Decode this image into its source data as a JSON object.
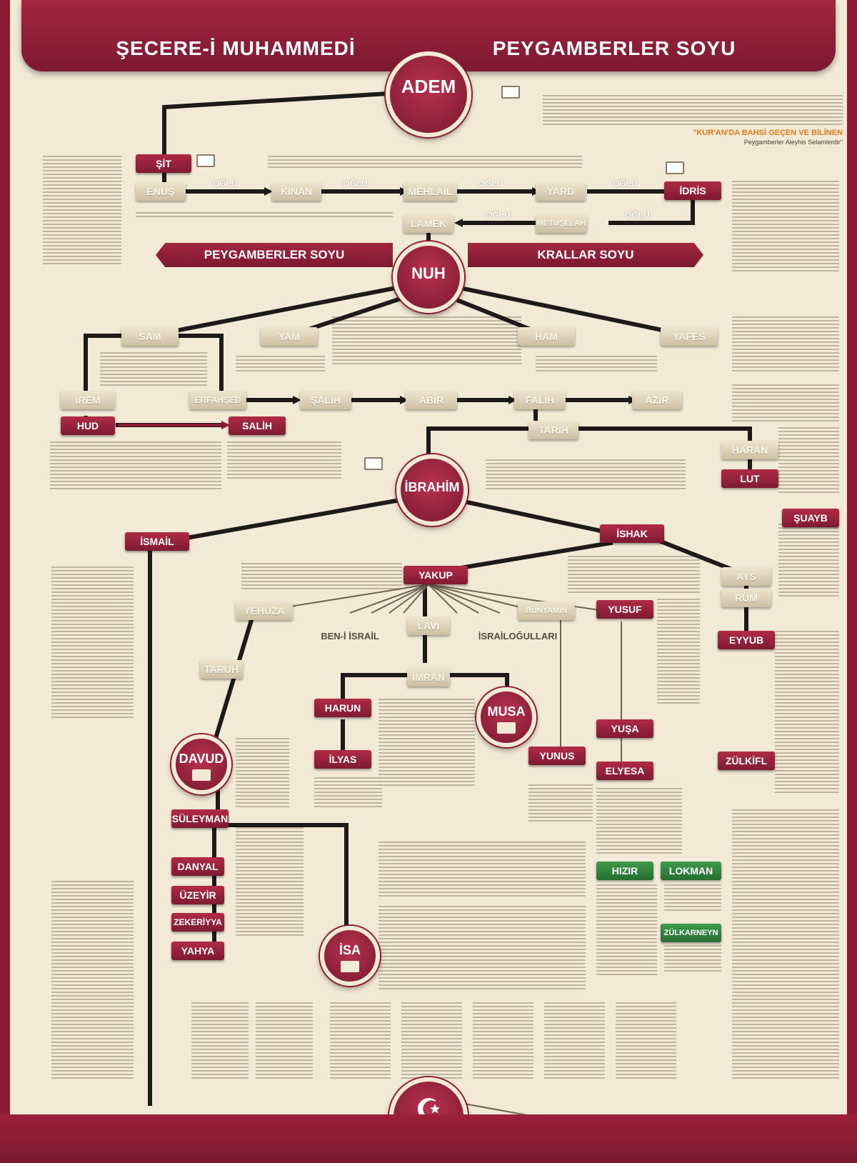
{
  "header": {
    "left_title": "ŞECERE-İ MUHAMMEDİ",
    "right_title": "PEYGAMBERLER SOYU"
  },
  "banners": {
    "left": "PEYGAMBERLER SOYU",
    "right": "KRALLAR SOYU",
    "quran_note": "\"KUR'AN'DA BAHSİ GEÇEN VE BİLİNEN",
    "quran_note_sub": "Peygamberler Aleyhis Selamlerdir\""
  },
  "circles": {
    "adem": "ADEM",
    "nuh": "NUH",
    "ibrahim": "İBRAHİM",
    "musa": "MUSA",
    "davud": "DAVUD",
    "isa": "İSA"
  },
  "red_nodes": {
    "sit": "ŞİT",
    "idris": "İDRİS",
    "hud": "HUD",
    "salih": "SALİH",
    "lut": "LUT",
    "ismail": "İSMAİL",
    "ishak": "İSHAK",
    "suayb": "ŞUAYB",
    "yakup": "YAKUP",
    "yusuf": "YUSUF",
    "eyyub": "EYYUB",
    "harun": "HARUN",
    "ilyas": "İLYAS",
    "yunus": "YUNUS",
    "yusa": "YUŞA",
    "elyesa": "ELYESA",
    "zulkifl": "ZÜLKİFL",
    "suleyman": "SÜLEYMAN",
    "danyal": "DANYAL",
    "uzeyir": "ÜZEYİR",
    "zekeriyya": "ZEKERİYYA",
    "yahya": "YAHYA"
  },
  "beige_nodes": {
    "enus": "ENUŞ",
    "kinan": "KINAN",
    "mehlail": "MEHLAİL",
    "yard": "YARD",
    "lamek": "LAMEK",
    "metuselah": "METUŞELAH",
    "sam": "SAM",
    "yam": "YAM",
    "ham": "HAM",
    "yafes": "YAFES",
    "irem": "İREM",
    "erfahsed": "ERFAHŞED",
    "salih_b": "ŞALİH",
    "abir": "ABİR",
    "falih": "FALİH",
    "taruh_b": "TARUH",
    "azir": "AZİR",
    "tarih": "TARİH",
    "haran": "HARAN",
    "yehuza": "YEHUZA",
    "lavi": "LAVİ",
    "imran": "İMRAN",
    "bunyamin": "BÜNYAMİN",
    "ays": "AYS",
    "rum": "RUM"
  },
  "green_nodes": {
    "hizir": "HIZIR",
    "lokman": "LOKMAN",
    "zulkarneyn": "ZÜLKARNEYN"
  },
  "section_heads": {
    "beni_israil": "BEN-İ İSRAİL",
    "israilogullari": "İSRAİLOĞULLARI"
  },
  "link_labels": {
    "oglu": "OĞLU"
  },
  "colors": {
    "maroon": "#8b1c34",
    "parchment": "#f2e9d6",
    "green": "#2f7d3b",
    "orange": "#e07a1a"
  },
  "icons": {
    "book": "open-book-icon",
    "calligraphy": "muhammad-calligraphy-icon"
  }
}
